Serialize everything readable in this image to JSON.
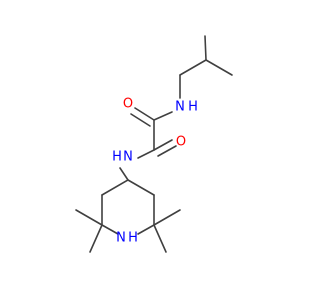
{
  "molecule": {
    "atoms": {
      "o_top": {
        "label": "O",
        "color": "#ff0000"
      },
      "nh_top": {
        "label": "H",
        "color": "#0000ff"
      },
      "n_top": {
        "label": "N",
        "color": "#0000ff"
      },
      "o_mid": {
        "label": "O",
        "color": "#ff0000"
      },
      "nh_left": {
        "label": "H",
        "color": "#0000ff"
      },
      "n_left": {
        "label": "N",
        "color": "#0000ff"
      },
      "n_ring": {
        "label": "N",
        "color": "#0000ff"
      },
      "nh_ring": {
        "label": "H",
        "color": "#0000ff"
      }
    },
    "bond_color": "#404040"
  }
}
